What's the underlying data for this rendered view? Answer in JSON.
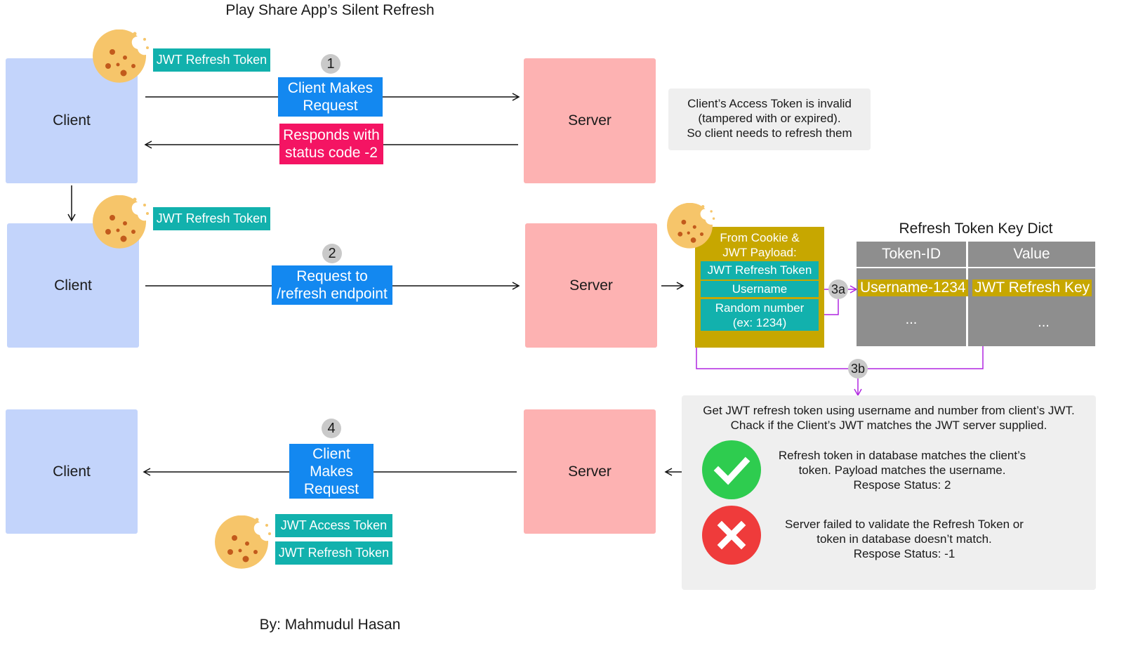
{
  "title": "Play Share App’s Silent Refresh",
  "author": "By: Mahmudul Hasan",
  "rows": {
    "r1": {
      "client": "Client",
      "server": "Server",
      "cookie_token": "JWT Refresh Token",
      "step": "1",
      "request": [
        "Client Makes",
        "Request"
      ],
      "response": [
        "Responds with",
        "status code -2"
      ],
      "note": [
        "Client’s Access Token is invalid",
        "(tampered with or expired).",
        "So client needs to refresh them"
      ]
    },
    "r2": {
      "client": "Client",
      "server": "Server",
      "cookie_token": "JWT Refresh Token",
      "step": "2",
      "request": [
        "Request to",
        "/refresh endpoint"
      ]
    },
    "r3": {
      "client": "Client",
      "server": "Server",
      "step": "4",
      "response": [
        "Client",
        "Makes",
        "Request"
      ],
      "cookie_tokens": [
        "JWT Access Token",
        "JWT Refresh Token"
      ]
    }
  },
  "payload": {
    "header": [
      "From Cookie &",
      "JWT Payload:"
    ],
    "items": [
      "JWT Refresh Token",
      "Username",
      "Random number",
      "(ex: 1234)"
    ]
  },
  "dict": {
    "title": "Refresh Token Key Dict",
    "columns": [
      "Token-ID",
      "Value"
    ],
    "row": [
      "Username-1234",
      "JWT Refresh Key"
    ],
    "ellipsis": [
      "...",
      "..."
    ]
  },
  "steps": {
    "a": "3a",
    "b": "3b"
  },
  "validation": {
    "intro": [
      "Get JWT refresh token using username and number from client’s JWT.",
      "Chack if the Client’s JWT matches the JWT server supplied."
    ],
    "success": [
      "Refresh token in database matches the client’s",
      "token. Payload matches the username.",
      "Respose Status: 2"
    ],
    "failure": [
      "Server failed to validate the Refresh Token or",
      "token in database doesn’t match.",
      "Respose Status: -1"
    ]
  },
  "colors": {
    "client": "#c3d4fb",
    "server": "#fdb2b2",
    "request": "#1388f0",
    "error": "#f41463",
    "token": "#12b1ad",
    "payload": "#c7a700",
    "dict": "#8e8e8e",
    "connector": "#b026e0",
    "success": "#2ecc4f",
    "failure": "#ef3b3b"
  }
}
